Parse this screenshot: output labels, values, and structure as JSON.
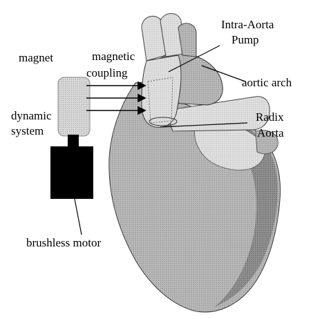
{
  "labels": {
    "magnet": "magnet",
    "magnetic_coupling_1": "magnetic",
    "magnetic_coupling_2": "coupling",
    "intra_aorta_1": "Intra-Aorta",
    "intra_aorta_2": "Pump",
    "aortic_arch": "aortic arch",
    "dynamic_1": "dynamic",
    "dynamic_2": "system",
    "radix_1": "Radix",
    "radix_2": "Aorta",
    "brushless_motor": "brushless motor"
  },
  "colors": {
    "heart_fill": "#9a9a9a",
    "heart_light": "#c4c4c4",
    "heart_dark": "#6a6a6a",
    "magnet_fill": "#cfcfcf",
    "motor_fill": "#000000",
    "line": "#000000"
  }
}
